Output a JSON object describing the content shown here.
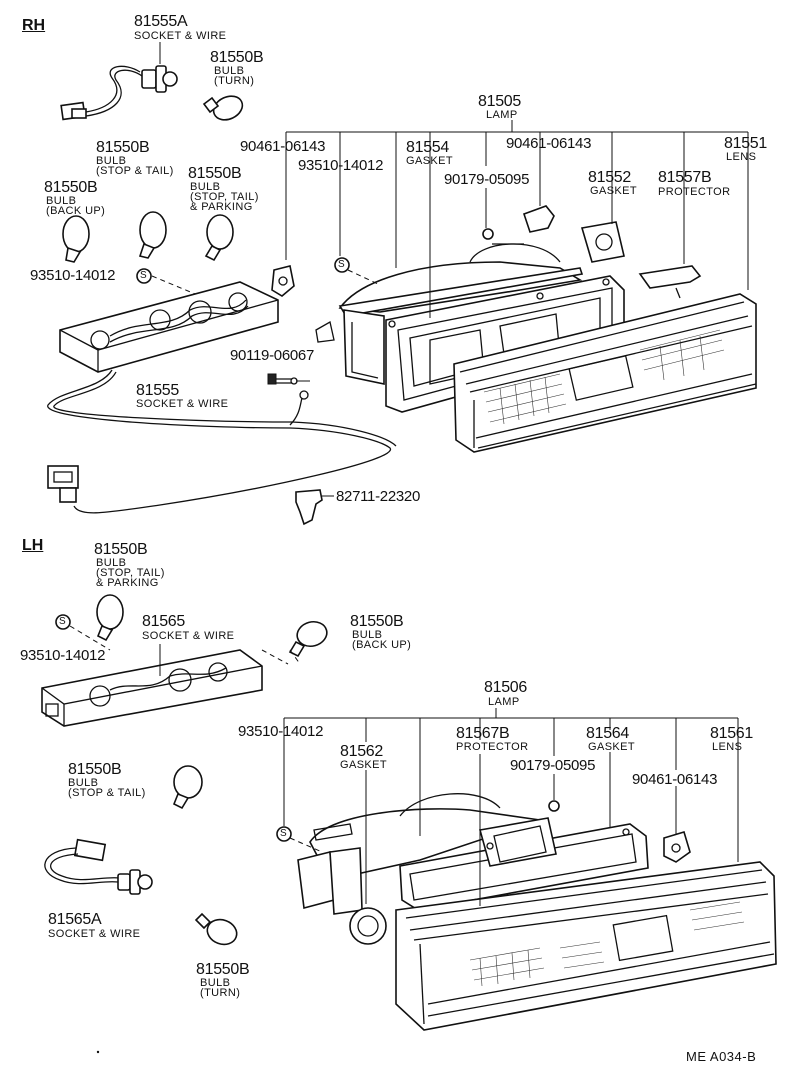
{
  "diagram": {
    "sections": {
      "rh": "RH",
      "lh": "LH"
    },
    "footer_code": "ME  A034-B",
    "rh_parts": {
      "p81555A": {
        "pn": "81555A",
        "name": "SOCKET & WIRE"
      },
      "p81550B_turn": {
        "pn": "81550B",
        "name1": "BULB",
        "name2": "(TURN)"
      },
      "p81550B_stoptail": {
        "pn": "81550B",
        "name1": "BULB",
        "name2": "(STOP & TAIL)"
      },
      "p81550B_park": {
        "pn": "81550B",
        "name1": "BULB",
        "name2": "(STOP, TAIL)",
        "name3": "& PARKING"
      },
      "p81550B_backup": {
        "pn": "81550B",
        "name1": "BULB",
        "name2": "(BACK UP)"
      },
      "p93510_a": {
        "pn": "93510-14012"
      },
      "p93510_b": {
        "pn": "93510-14012"
      },
      "p90461_a": {
        "pn": "90461-06143"
      },
      "p90461_b": {
        "pn": "90461-06143"
      },
      "p81505": {
        "pn": "81505",
        "name": "LAMP"
      },
      "p81554": {
        "pn": "81554",
        "name": "GASKET"
      },
      "p90179": {
        "pn": "90179-05095"
      },
      "p81552": {
        "pn": "81552",
        "name": "GASKET"
      },
      "p81557B": {
        "pn": "81557B",
        "name": "PROTECTOR"
      },
      "p81551": {
        "pn": "81551",
        "name": "LENS"
      },
      "p90119": {
        "pn": "90119-06067"
      },
      "p81555": {
        "pn": "81555",
        "name": "SOCKET & WIRE"
      },
      "p82711": {
        "pn": "82711-22320"
      }
    },
    "lh_parts": {
      "p81550B_park": {
        "pn": "81550B",
        "name1": "BULB",
        "name2": "(STOP, TAIL)",
        "name3": "& PARKING"
      },
      "p81565": {
        "pn": "81565",
        "name": "SOCKET & WIRE"
      },
      "p81550B_backup": {
        "pn": "81550B",
        "name1": "BULB",
        "name2": "(BACK UP)"
      },
      "p93510_a": {
        "pn": "93510-14012"
      },
      "p81506": {
        "pn": "81506",
        "name": "LAMP"
      },
      "p93510_b": {
        "pn": "93510-14012"
      },
      "p81562": {
        "pn": "81562",
        "name": "GASKET"
      },
      "p81567B": {
        "pn": "81567B",
        "name": "PROTECTOR"
      },
      "p81564": {
        "pn": "81564",
        "name": "GASKET"
      },
      "p81561": {
        "pn": "81561",
        "name": "LENS"
      },
      "p90179": {
        "pn": "90179-05095"
      },
      "p90461": {
        "pn": "90461-06143"
      },
      "p81550B_stoptail": {
        "pn": "81550B",
        "name1": "BULB",
        "name2": "(STOP & TAIL)"
      },
      "p81565A": {
        "pn": "81565A",
        "name": "SOCKET & WIRE"
      },
      "p81550B_turn": {
        "pn": "81550B",
        "name1": "BULB",
        "name2": "(TURN)"
      }
    },
    "screw_symbol": "S"
  }
}
